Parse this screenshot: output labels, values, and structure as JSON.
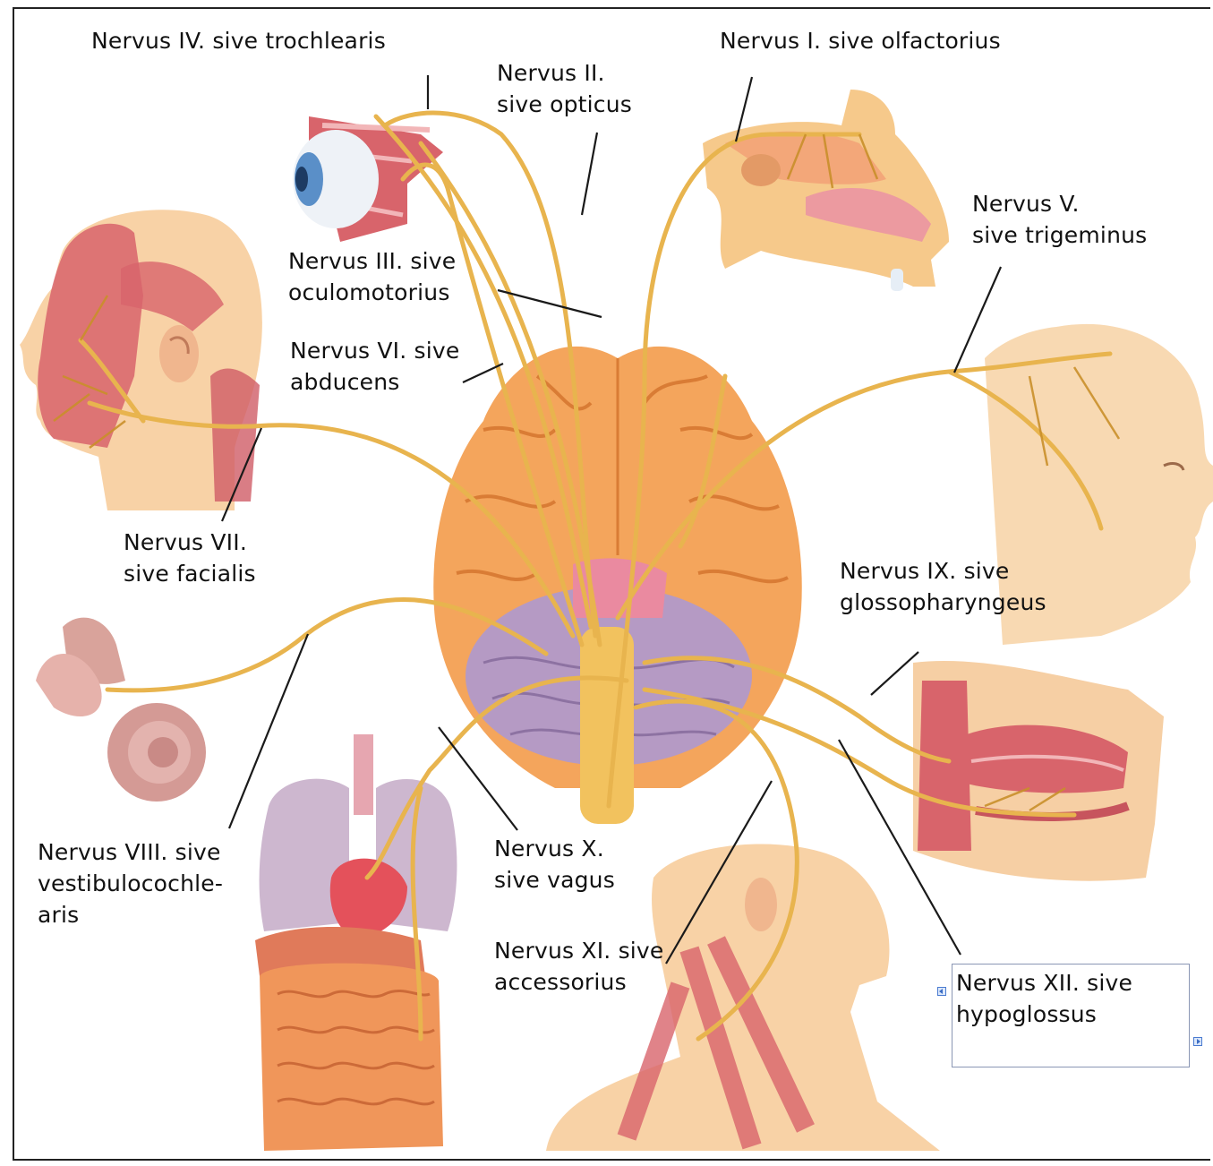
{
  "labels": {
    "n1": [
      "Nervus I. sive olfactorius"
    ],
    "n2": [
      "Nervus II.",
      "sive opticus"
    ],
    "n3": [
      "Nervus III. sive",
      "oculomotorius"
    ],
    "n4": [
      "Nervus IV. sive trochlearis"
    ],
    "n5": [
      "Nervus V.",
      "sive trigeminus"
    ],
    "n6": [
      "Nervus VI. sive",
      "abducens"
    ],
    "n7": [
      "Nervus VII.",
      "sive facialis"
    ],
    "n8": [
      "Nervus VIII. sive",
      "vestibulocochle-",
      "aris"
    ],
    "n9": [
      "Nervus IX. sive",
      "glossopharyngeus"
    ],
    "n10": [
      "Nervus X.",
      "sive vagus"
    ],
    "n11": [
      "Nervus XI. sive",
      "accessorius"
    ],
    "n12": [
      "Nervus XII. sive",
      "hypoglossus"
    ]
  },
  "colors": {
    "nerve": "#e8b44e",
    "nerve_dark": "#c98f2a",
    "brain": "#f4a55c",
    "brain_fold": "#d97c35",
    "cerebellum": "#b59ac4",
    "skin": "#f8d2a6",
    "muscle": "#d8646b",
    "lung": "#cdb7cf",
    "intestine": "#f0965a",
    "heart": "#e4515b",
    "leader_line": "#1a1a1a",
    "label_text": "#111111",
    "frame": "#222222",
    "textbox_border": "#8a96b4",
    "handle": "#4a7bd0"
  },
  "textbox_handles": [
    "left-resize-handle",
    "right-resize-handle"
  ]
}
